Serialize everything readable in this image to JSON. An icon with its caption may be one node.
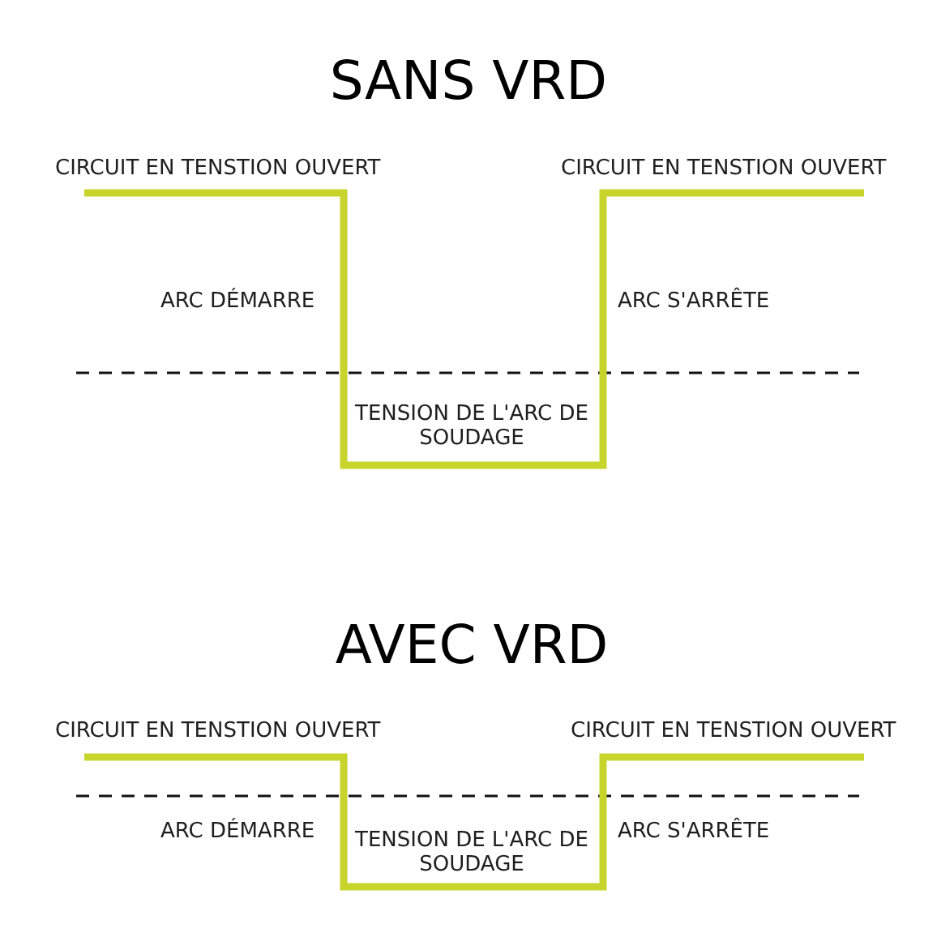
{
  "diagram": {
    "labels": [
      "SANS VRD",
      "CIRCUIT EN TENSTION OUVERT",
      "CIRCUIT EN TENSTION OUVERT",
      "ARC DÉMARRE",
      "ARC S'ARRÊTE",
      "TENSION DE L'ARC DE SOUDAGE",
      "AVEC VRD",
      "CIRCUIT EN TENSTION OUVERT",
      "CIRCUIT EN TENSTION OUVERT",
      "ARC DÉMARRE",
      "TENSION DE L'ARC DE SOUDAGE",
      "ARC S'ARRÊTE"
    ]
  }
}
